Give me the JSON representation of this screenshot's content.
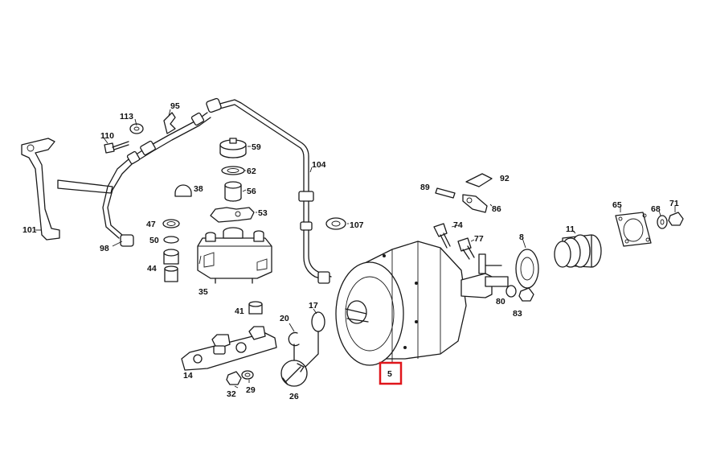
{
  "diagram": {
    "highlight_color": "#e0161b",
    "line_color": "#1a1a1a",
    "highlighted_part": "5",
    "labels": [
      {
        "id": "l101",
        "text": "101"
      },
      {
        "id": "l113",
        "text": "113"
      },
      {
        "id": "l95",
        "text": "95"
      },
      {
        "id": "l110",
        "text": "110"
      },
      {
        "id": "l98",
        "text": "98"
      },
      {
        "id": "l59",
        "text": "59"
      },
      {
        "id": "l62",
        "text": "62"
      },
      {
        "id": "l104",
        "text": "104"
      },
      {
        "id": "l38",
        "text": "38"
      },
      {
        "id": "l56",
        "text": "56"
      },
      {
        "id": "l53",
        "text": "53"
      },
      {
        "id": "l47",
        "text": "47"
      },
      {
        "id": "l50",
        "text": "50"
      },
      {
        "id": "l44",
        "text": "44"
      },
      {
        "id": "l35",
        "text": "35"
      },
      {
        "id": "l107",
        "text": "107"
      },
      {
        "id": "l89",
        "text": "89"
      },
      {
        "id": "l92",
        "text": "92"
      },
      {
        "id": "l86",
        "text": "86"
      },
      {
        "id": "l74",
        "text": "74"
      },
      {
        "id": "l77",
        "text": "77"
      },
      {
        "id": "l8",
        "text": "8"
      },
      {
        "id": "l11",
        "text": "11"
      },
      {
        "id": "l65",
        "text": "65"
      },
      {
        "id": "l68",
        "text": "68"
      },
      {
        "id": "l71",
        "text": "71"
      },
      {
        "id": "l80",
        "text": "80"
      },
      {
        "id": "l83",
        "text": "83"
      },
      {
        "id": "l41",
        "text": "41"
      },
      {
        "id": "l20",
        "text": "20"
      },
      {
        "id": "l17",
        "text": "17"
      },
      {
        "id": "l14",
        "text": "14"
      },
      {
        "id": "l32",
        "text": "32"
      },
      {
        "id": "l29",
        "text": "29"
      },
      {
        "id": "l26",
        "text": "26"
      },
      {
        "id": "l5",
        "text": "5"
      }
    ]
  }
}
